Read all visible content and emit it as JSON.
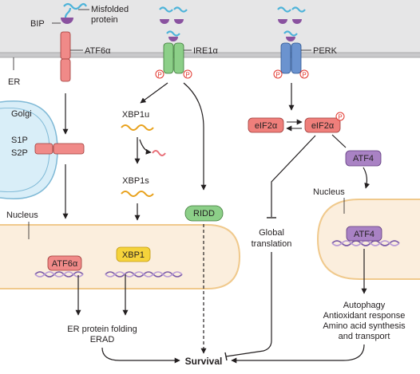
{
  "labels": {
    "bip": "BIP",
    "misfolded_line1": "Misfolded",
    "misfolded_line2": "protein",
    "atf6a": "ATF6α",
    "ire1a": "IRE1α",
    "perk": "PERK",
    "er": "ER",
    "golgi": "Golgi",
    "s1p": "S1P",
    "s2p": "S2P",
    "xbp1u": "XBP1u",
    "xbp1s": "XBP1s",
    "ridd": "RIDD",
    "eif2a_left": "eIF2α",
    "eif2a_right": "eIF2α",
    "atf4_cyto": "ATF4",
    "nucleus_left": "Nucleus",
    "nucleus_right": "Nucleus",
    "atf6a_nuclear": "ATF6α",
    "xbp1_nuclear": "XBP1",
    "atf4_nuclear": "ATF4",
    "global_line1": "Global",
    "global_line2": "translation",
    "er_folding_line1": "ER protein folding",
    "er_folding_line2": "ERAD",
    "outcome_line1": "Autophagy",
    "outcome_line2": "Antioxidant response",
    "outcome_line3": "Amino acid synthesis",
    "outcome_line4": "and transport",
    "survival": "Survival",
    "phospho": "P"
  },
  "colors": {
    "er_lumen": "#e6e6e7",
    "atf6": "#f08a88",
    "ire1": "#8ccf88",
    "perk": "#6b93cf",
    "eif2a": "#ef7f7b",
    "atf4": "#a982c4",
    "xbp1": "#f5d33b",
    "nucleus": "#fbeedd",
    "golgi": "#d9eef8",
    "phospho": "#e2372e",
    "bip": "#8a52a0",
    "misfolded": "#4db3d9"
  }
}
